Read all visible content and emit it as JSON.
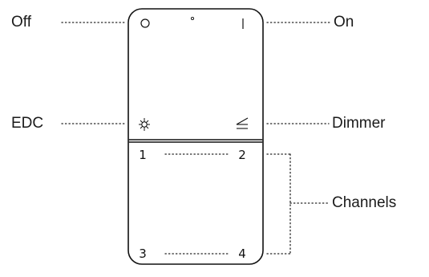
{
  "labels": {
    "off": "Off",
    "on": "On",
    "edc": "EDC",
    "dimmer": "Dimmer",
    "channels": "Channels"
  },
  "channels": [
    "1",
    "2",
    "3",
    "4"
  ],
  "icons": {
    "off": "circle-icon",
    "indicator": "led-dot-icon",
    "on": "bar-icon",
    "edc": "snowflake-sun-icon",
    "dimmer": "dimmer-ramp-icon"
  }
}
